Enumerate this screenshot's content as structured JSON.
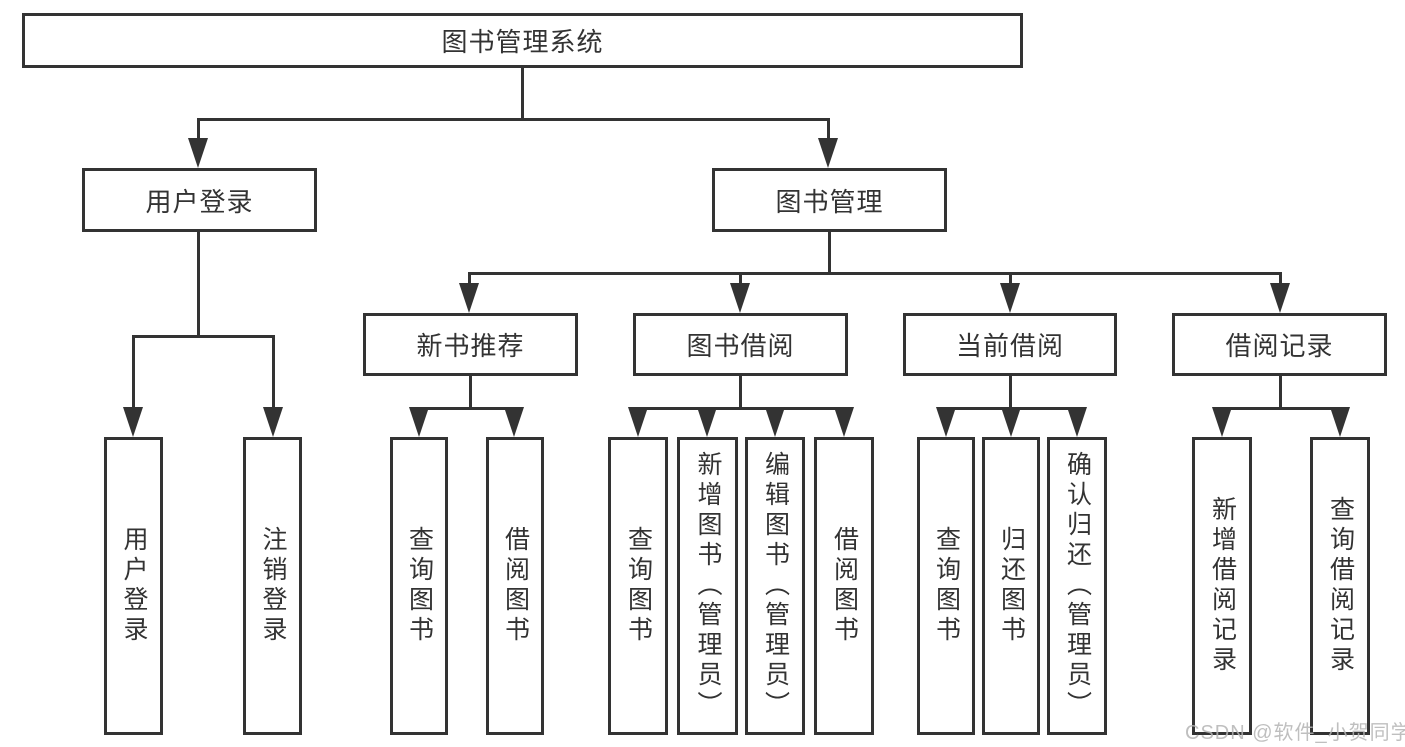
{
  "diagram": {
    "root": {
      "label": "图书管理系统"
    },
    "level1": [
      {
        "label": "用户登录"
      },
      {
        "label": "图书管理"
      }
    ],
    "level2": [
      {
        "label": "新书推荐"
      },
      {
        "label": "图书借阅"
      },
      {
        "label": "当前借阅"
      },
      {
        "label": "借阅记录"
      }
    ],
    "leaves": {
      "user_login": [
        {
          "label": "用户登录"
        },
        {
          "label": "注销登录"
        }
      ],
      "new_book": [
        {
          "label": "查询图书"
        },
        {
          "label": "借阅图书"
        }
      ],
      "book_borrow": [
        {
          "label": "查询图书"
        },
        {
          "label": "新增图书（管理员）"
        },
        {
          "label": "编辑图书（管理员）"
        },
        {
          "label": "借阅图书"
        }
      ],
      "current_borrow": [
        {
          "label": "查询图书"
        },
        {
          "label": "归还图书"
        },
        {
          "label": "确认归还（管理员）"
        }
      ],
      "borrow_record": [
        {
          "label": "新增借阅记录"
        },
        {
          "label": "查询借阅记录"
        }
      ]
    }
  },
  "watermark": "CSDN @软件_小贺同学",
  "colors": {
    "line": "#333333",
    "text": "#333333",
    "wm": "#b5b5b5",
    "bg": "#ffffff"
  }
}
